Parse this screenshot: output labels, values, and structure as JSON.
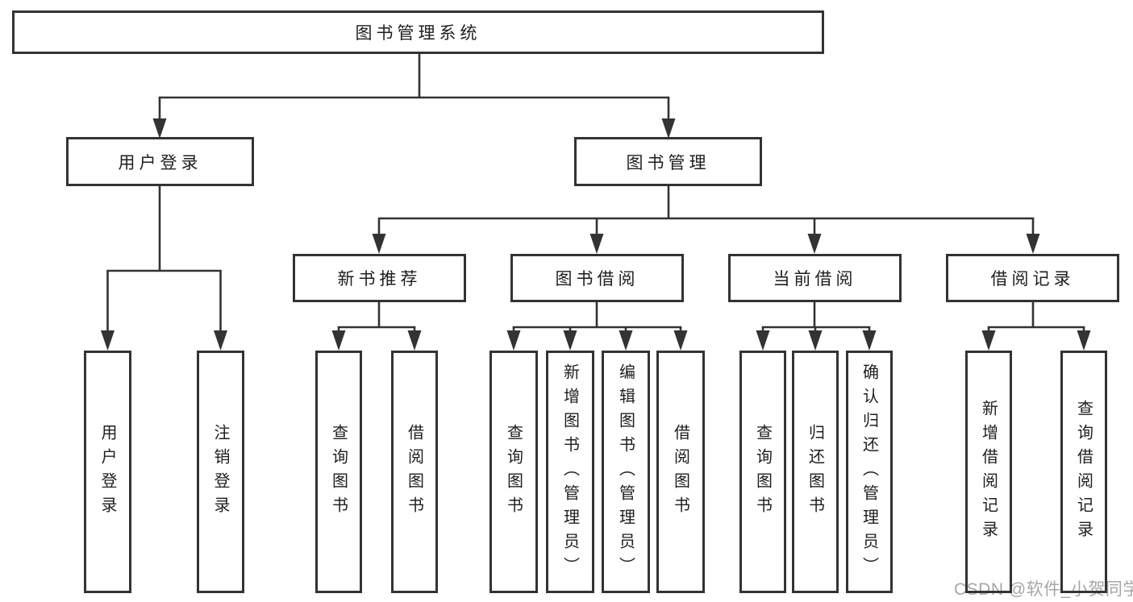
{
  "tree": {
    "label": "图书管理系统",
    "children": [
      {
        "label": "用户登录",
        "children": [
          {
            "label": "用户登录"
          },
          {
            "label": "注销登录"
          }
        ]
      },
      {
        "label": "图书管理",
        "children": [
          {
            "label": "新书推荐",
            "children": [
              {
                "label": "查询图书"
              },
              {
                "label": "借阅图书"
              }
            ]
          },
          {
            "label": "图书借阅",
            "children": [
              {
                "label": "查询图书"
              },
              {
                "label": "新增图书（管理员）"
              },
              {
                "label": "编辑图书（管理员）"
              },
              {
                "label": "借阅图书"
              }
            ]
          },
          {
            "label": "当前借阅",
            "children": [
              {
                "label": "查询图书"
              },
              {
                "label": "归还图书"
              },
              {
                "label": "确认归还（管理员）"
              }
            ]
          },
          {
            "label": "借阅记录",
            "children": [
              {
                "label": "新增借阅记录"
              },
              {
                "label": "查询借阅记录"
              }
            ]
          }
        ]
      }
    ]
  },
  "watermark": {
    "text": "CSDN @软件_小贺同学"
  },
  "colors": {
    "line": "#333333",
    "text": "#1e1e1e",
    "watermark": "#a6a6a6",
    "background": "#ffffff"
  }
}
